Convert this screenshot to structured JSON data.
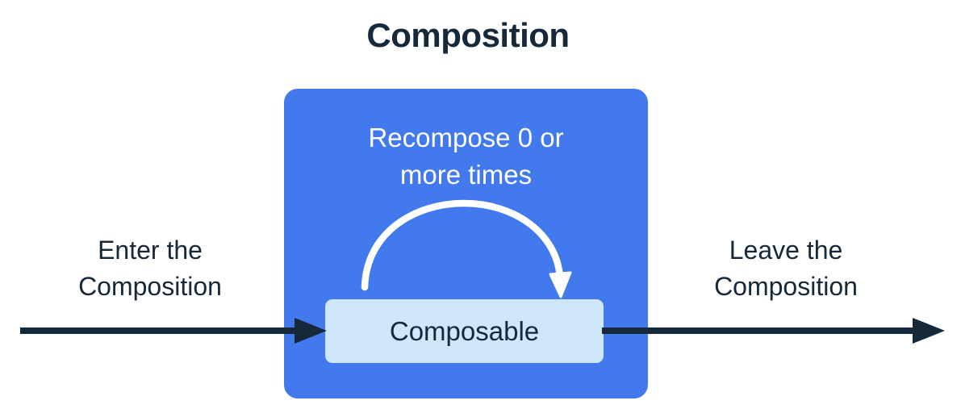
{
  "title": "Composition",
  "composition": {
    "recompose_label": "Recompose 0 or\nmore times",
    "composable_label": "Composable"
  },
  "flow": {
    "enter_label": "Enter the\nComposition",
    "leave_label": "Leave the\nComposition"
  },
  "colors": {
    "background": "#ffffff",
    "composition_fill": "#4279ec",
    "composable_fill": "#cfe7fb",
    "text_dark": "#16293a",
    "text_light": "#ffffff",
    "arrow_dark": "#16293a",
    "arrow_light": "#ffffff"
  },
  "icons": {
    "enter_arrow": "arrow-right-icon",
    "leave_arrow": "arrow-right-icon",
    "recompose_arrow": "curved-loop-arrow-icon"
  }
}
